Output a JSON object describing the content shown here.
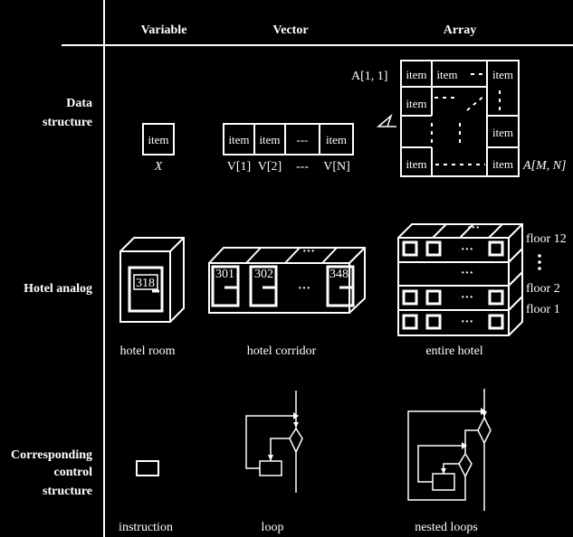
{
  "headers": {
    "variable": "Variable",
    "vector": "Vector",
    "array": "Array"
  },
  "rows": {
    "data_structure_1": "Data",
    "data_structure_2": "structure",
    "hotel_analog": "Hotel analog",
    "control_1": "Corresponding",
    "control_2": "control",
    "control_3": "structure"
  },
  "variable": {
    "cell": "item",
    "name": "X"
  },
  "vector": {
    "cells": [
      "item",
      "item",
      "---",
      "item"
    ],
    "labels": [
      "V[1]",
      "V[2]",
      "---",
      "V[N]"
    ]
  },
  "array": {
    "top_label": "A[1, 1]",
    "bottom_label": "A[M, N]",
    "cell": "item"
  },
  "hotel": {
    "room_number": "318",
    "corridor_rooms": [
      "301",
      "302",
      "348"
    ],
    "dots": "···",
    "floors": [
      "floor 12",
      "floor 2",
      "floor 1"
    ],
    "captions": [
      "hotel room",
      "hotel corridor",
      "entire hotel"
    ]
  },
  "control": {
    "captions": [
      "instruction",
      "loop",
      "nested loops"
    ]
  }
}
